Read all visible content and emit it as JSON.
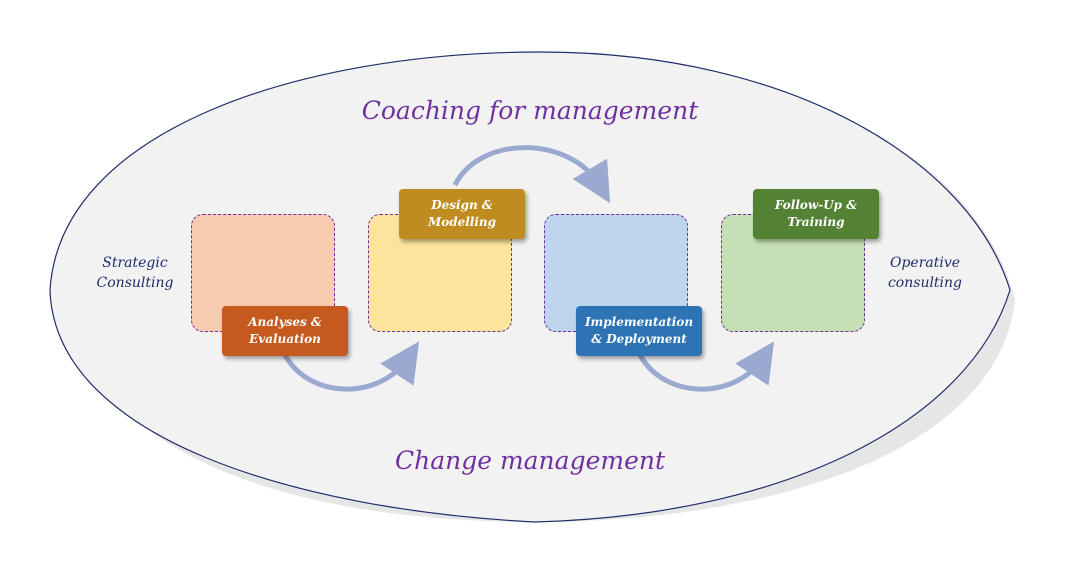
{
  "top_title": "Coaching for management",
  "bottom_title": "Change management",
  "left_label": [
    "Strategic",
    "Consulting"
  ],
  "right_label": [
    "Operative",
    "consulting"
  ],
  "phases": [
    {
      "label": [
        "Analyses &",
        "Evaluation"
      ],
      "color": "#c55a1f",
      "fill": "#f7cbb0"
    },
    {
      "label": [
        "Design &",
        "Modelling"
      ],
      "color": "#bf8c1f",
      "fill": "#fde49c"
    },
    {
      "label": [
        "Implementation",
        "& Deployment"
      ],
      "color": "#2e74b5",
      "fill": "#bdd6ee"
    },
    {
      "label": [
        "Follow-Up &",
        "Training"
      ],
      "color": "#548235",
      "fill": "#c5e0b4"
    }
  ]
}
